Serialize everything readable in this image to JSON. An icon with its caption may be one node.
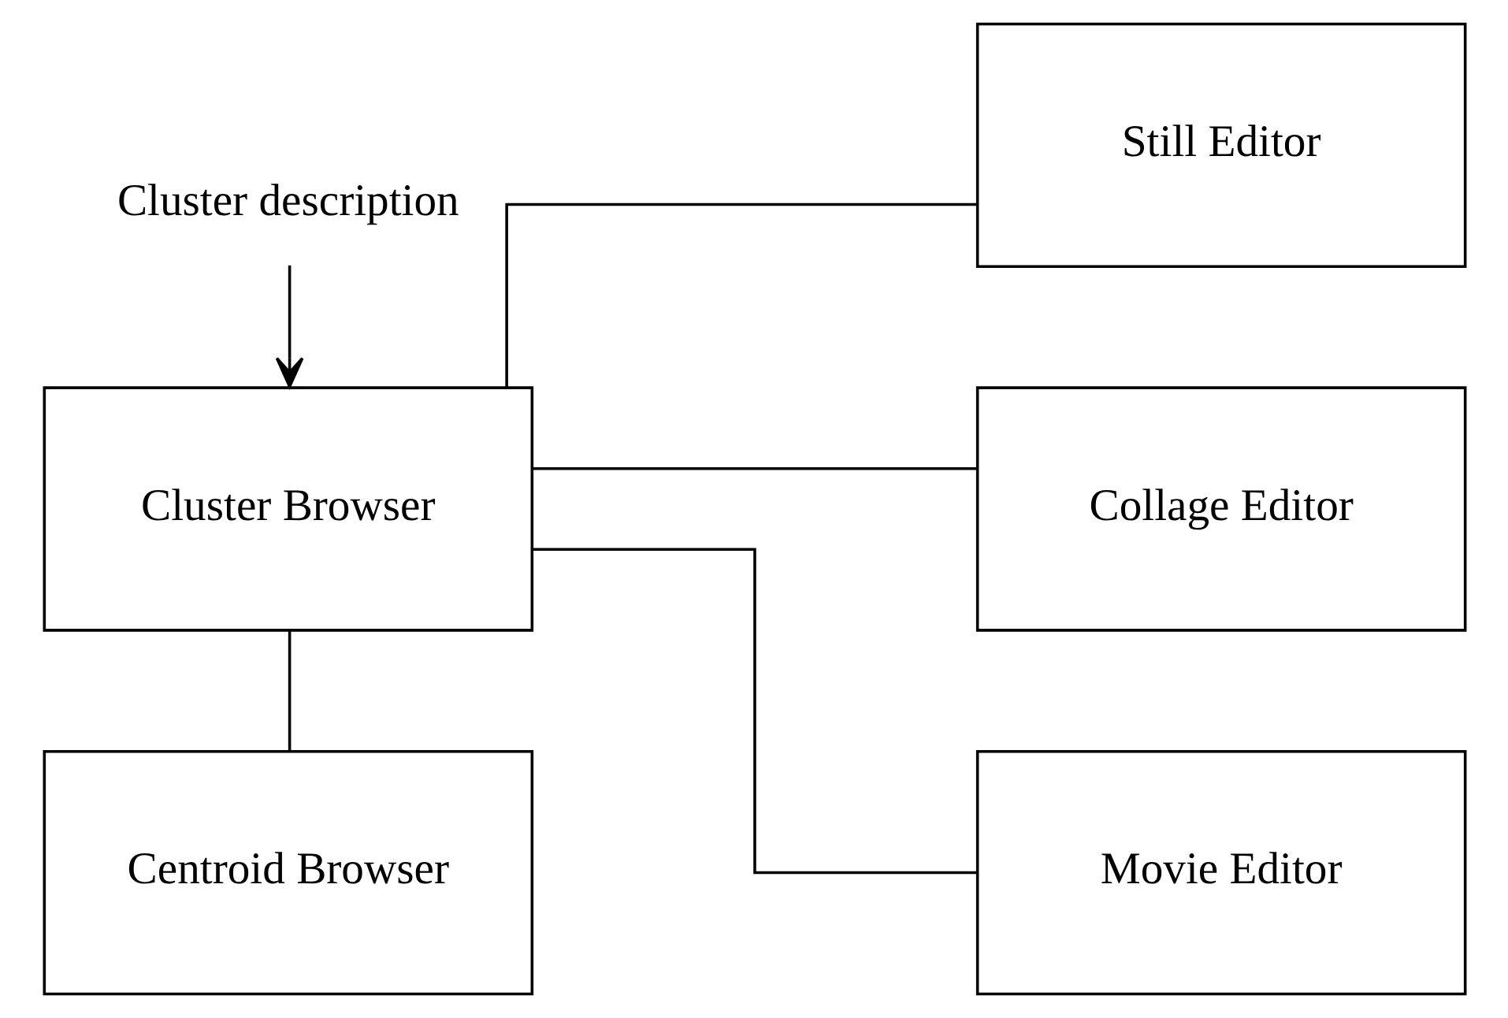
{
  "diagram": {
    "nodes": [
      {
        "text": [
          "Cluster description"
        ]
      },
      {
        "text": [
          "Cluster Browser"
        ]
      },
      {
        "text": [
          "Centroid Browser"
        ]
      },
      {
        "text": [
          "Still Editor"
        ]
      },
      {
        "text": [
          "Collage Editor"
        ]
      },
      {
        "text": [
          "Movie Editor"
        ]
      }
    ],
    "edges": [
      {
        "from": 0,
        "to": 1,
        "arrow": "to"
      },
      {
        "from": 1,
        "to": 2,
        "arrow": "none"
      },
      {
        "from": 1,
        "to": 3,
        "arrow": "none"
      },
      {
        "from": 1,
        "to": 4,
        "arrow": "none"
      },
      {
        "from": 1,
        "to": 5,
        "arrow": "none"
      }
    ]
  }
}
